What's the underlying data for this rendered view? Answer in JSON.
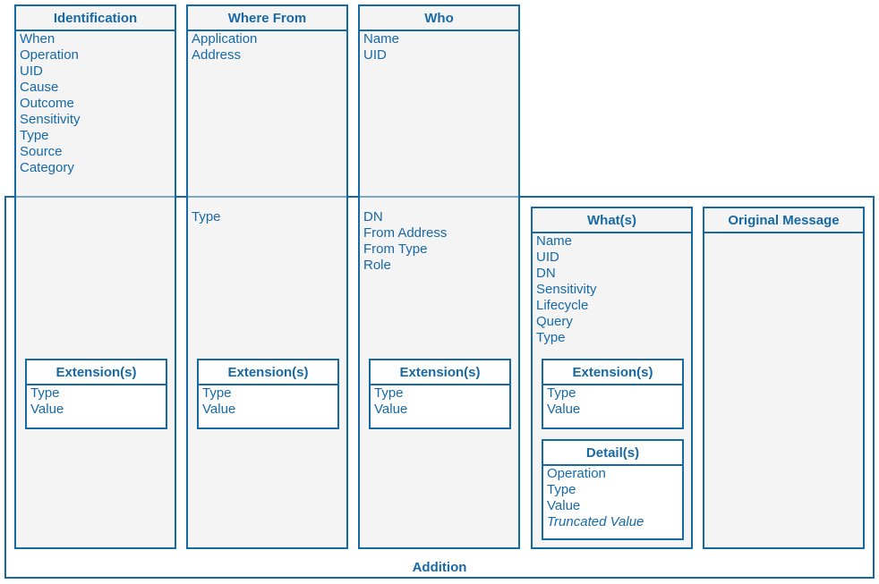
{
  "addition": {
    "title": "Addition"
  },
  "identification": {
    "title": "Identification",
    "fields": [
      "When",
      "Operation",
      "UID",
      "Cause",
      "Outcome",
      "Sensitivity",
      "Type",
      "Source",
      "Category"
    ]
  },
  "where_from": {
    "title": "Where From",
    "fields": [
      "Application",
      "Address"
    ],
    "addition_fields": [
      "Type"
    ]
  },
  "who": {
    "title": "Who",
    "fields": [
      "Name",
      "UID"
    ],
    "addition_fields": [
      "DN",
      "From Address",
      "From Type",
      "Role"
    ]
  },
  "whats": {
    "title": "What(s)",
    "fields": [
      "Name",
      "UID",
      "DN",
      "Sensitivity",
      "Lifecycle",
      "Query",
      "Type"
    ]
  },
  "original_message": {
    "title": "Original Message"
  },
  "extension": {
    "title": "Extension(s)",
    "fields": [
      "Type",
      "Value"
    ]
  },
  "details": {
    "title": "Detail(s)",
    "fields": [
      "Operation",
      "Type",
      "Value"
    ],
    "italic_field": "Truncated Value"
  }
}
